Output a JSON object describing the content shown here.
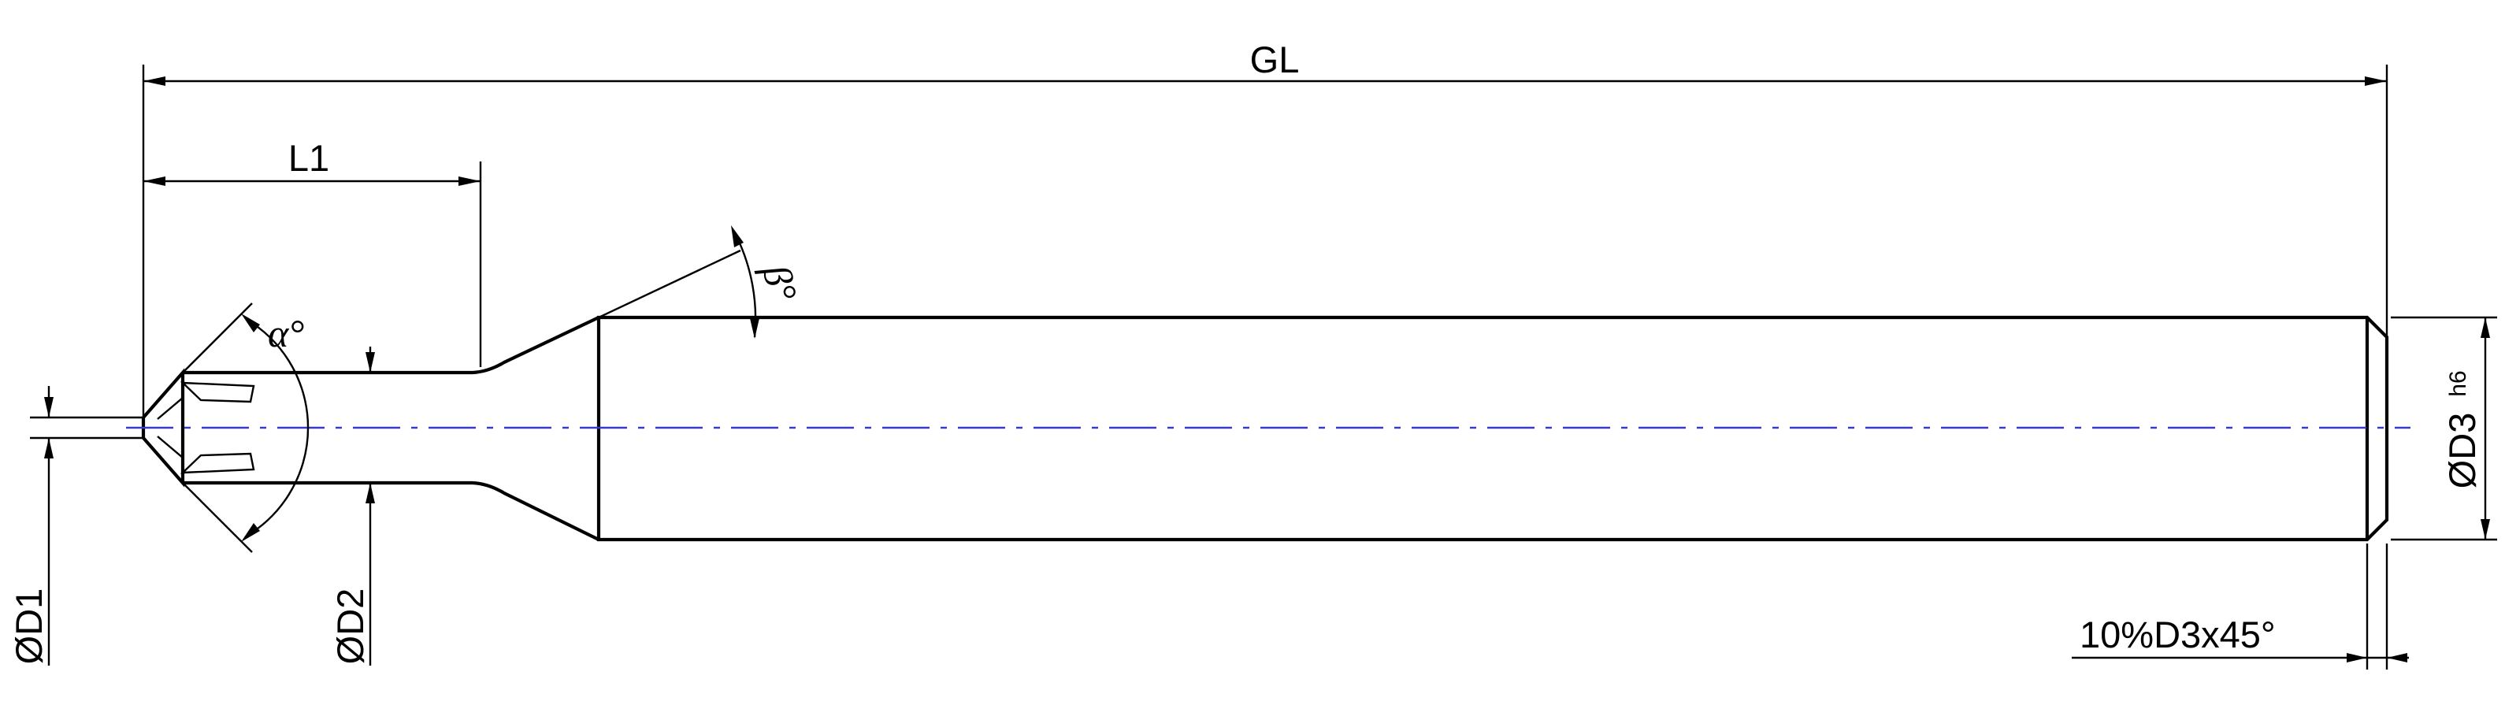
{
  "drawing": {
    "dimensions": {
      "overall_length": "GL",
      "cutting_length": "L1",
      "tip_diameter": "ØD1",
      "neck_diameter": "ØD2",
      "shank_diameter": "ØD3",
      "shank_tolerance": "h6",
      "chamfer": "10%D3x45°",
      "tip_angle": "α°",
      "taper_angle": "β°"
    },
    "colors": {
      "outline": "#000000",
      "centerline": "#3a3ac8"
    }
  }
}
